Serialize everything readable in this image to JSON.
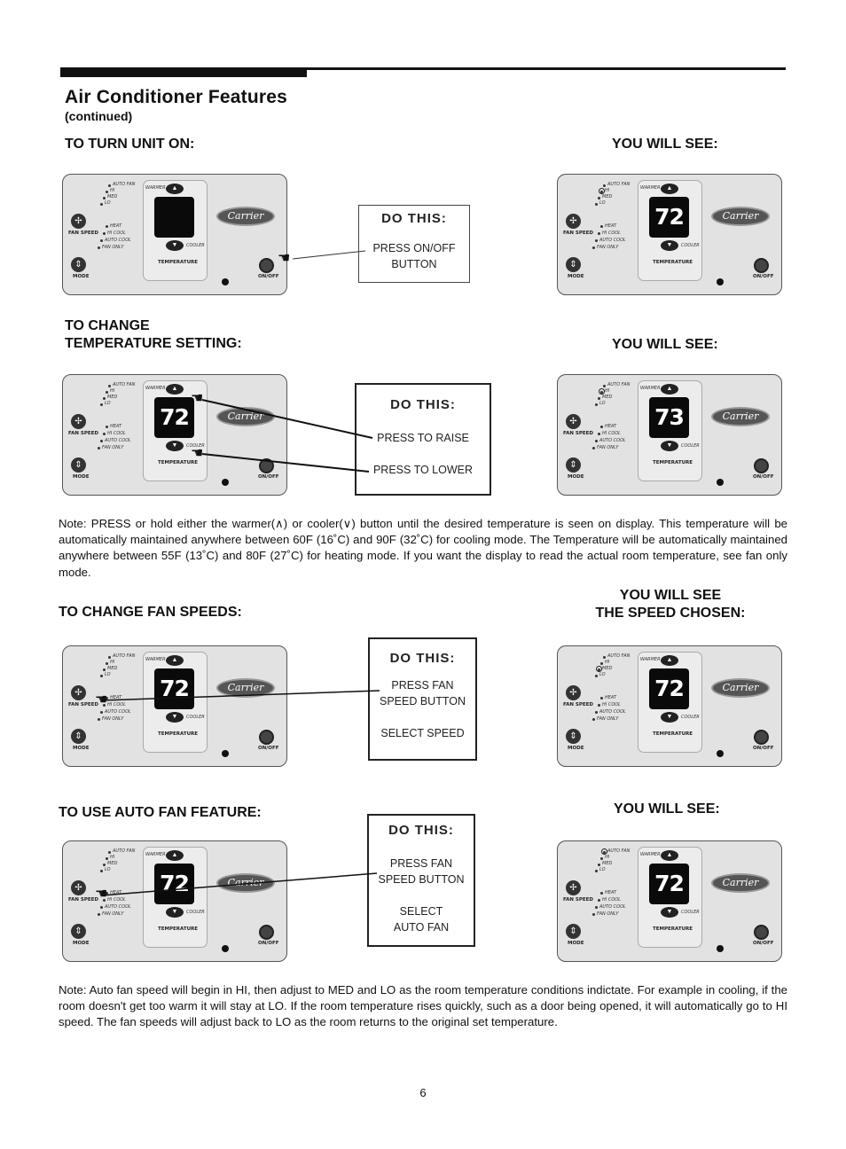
{
  "page": {
    "title": "Air Conditioner Features",
    "subtitle": "(continued)",
    "page_number": "6"
  },
  "panel_labels": {
    "auto_fan": "AUTO FAN",
    "hi": "HI",
    "med": "MED",
    "lo": "LO",
    "heat": "HEAT",
    "hi_cool": "HI COOL",
    "auto_cool": "AUTO COOL",
    "fan_only": "FAN ONLY",
    "fan_speed": "FAN SPEED",
    "mode": "MODE",
    "warmer": "WARMER",
    "cooler": "COOLER",
    "temperature": "TEMPERATURE",
    "on_off": "ON/OFF",
    "brand": "Carrier"
  },
  "sections": {
    "turn_on": {
      "heading": "TO TURN UNIT ON:",
      "see_heading": "YOU WILL SEE:",
      "do_this": "DO THIS:",
      "lines": [
        "PRESS ON/OFF",
        "BUTTON"
      ],
      "before_display": "",
      "after_display": "72"
    },
    "temp": {
      "heading": "TO CHANGE\nTEMPERATURE SETTING:",
      "see_heading": "YOU WILL SEE:",
      "do_this": "DO THIS:",
      "lines": [
        "PRESS TO RAISE",
        "PRESS TO LOWER"
      ],
      "before_display": "72",
      "after_display": "73"
    },
    "fan": {
      "heading": "TO CHANGE FAN SPEEDS:",
      "see_heading": "YOU WILL SEE\nTHE SPEED CHOSEN:",
      "do_this": "DO THIS:",
      "lines": [
        "PRESS FAN",
        "SPEED BUTTON",
        "SELECT SPEED"
      ],
      "before_display": "72",
      "after_display": "72"
    },
    "auto": {
      "heading": "TO USE AUTO FAN FEATURE:",
      "see_heading": "YOU WILL SEE:",
      "do_this": "DO THIS:",
      "lines": [
        "PRESS FAN",
        "SPEED BUTTON",
        "SELECT",
        "AUTO FAN"
      ],
      "before_display": "72",
      "after_display": "72"
    }
  },
  "notes": {
    "temperature": "Note: PRESS or hold either the warmer(∧) or cooler(∨) button until the desired temperature is seen on display. This temperature will be automatically maintained anywhere between 60F (16˚C) and 90F (32˚C) for cooling mode. The Temperature will be automatically maintained anywhere between 55F (13˚C) and 80F (27˚C) for heating mode. If you want the display to read the actual room temperature, see fan only mode.",
    "auto_fan": "Note: Auto fan speed will begin in HI, then adjust to MED and LO as the room temperature conditions indictate. For example in cooling, if the room doesn't get too warm it will stay at LO. If the room temperature rises quickly, such as a door being opened,  it will automatically go to HI speed. The fan speeds will adjust back to LO as the room returns to the original set temperature."
  }
}
